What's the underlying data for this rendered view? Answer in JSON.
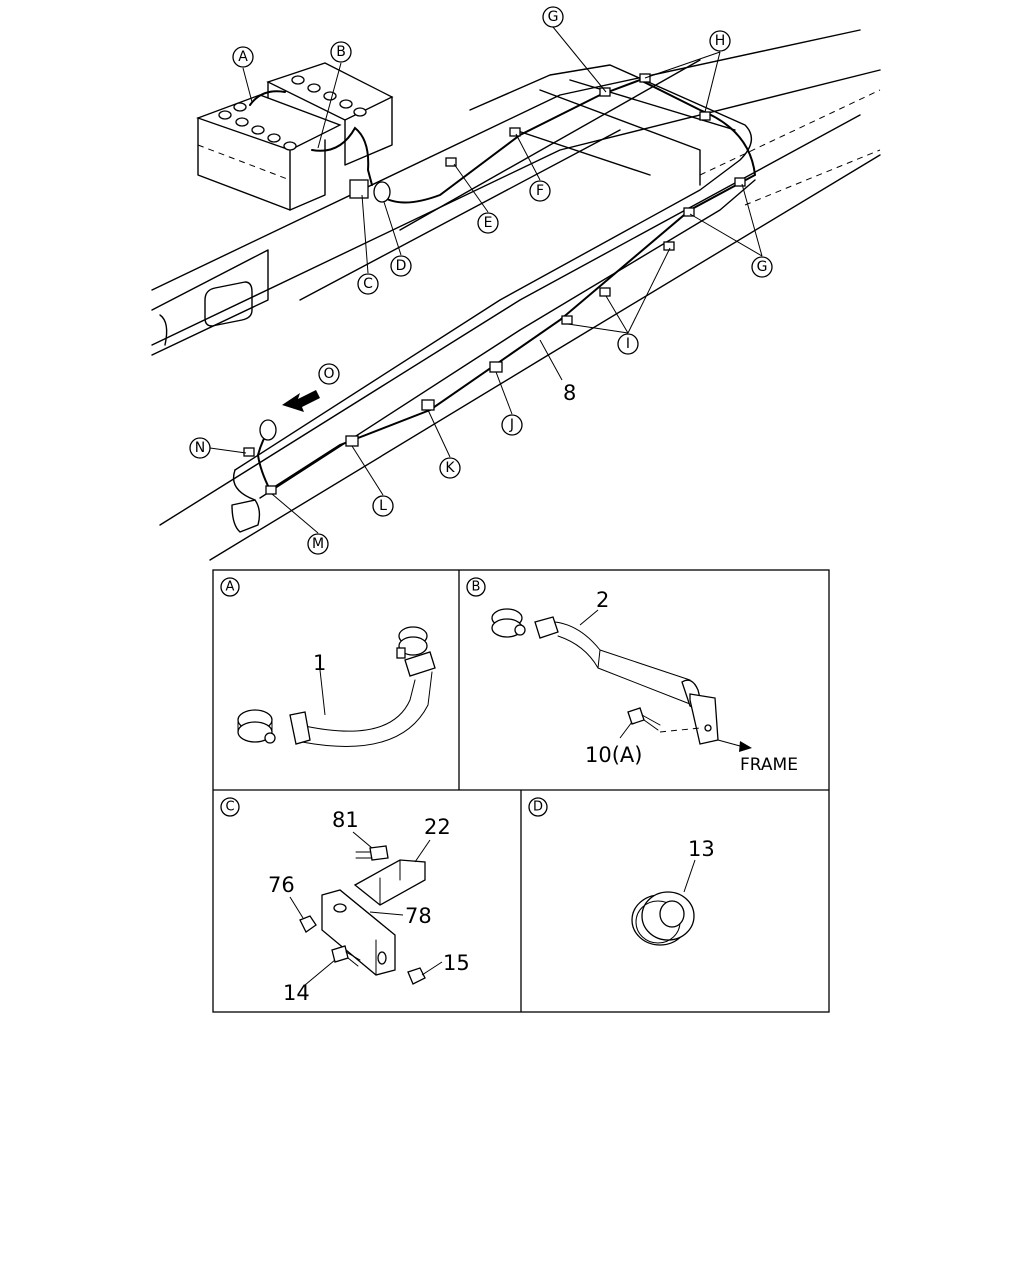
{
  "callouts": {
    "A": "A",
    "B": "B",
    "C": "C",
    "D": "D",
    "E": "E",
    "F": "F",
    "G": "G",
    "H": "H",
    "I": "I",
    "J": "J",
    "K": "K",
    "L": "L",
    "M": "M",
    "N": "N",
    "O": "O"
  },
  "labels": {
    "cable_main": "8"
  },
  "panels": {
    "a": {
      "letter": "A",
      "part_cable": "1"
    },
    "b": {
      "letter": "B",
      "part_cable": "2",
      "part_bolt": "10(A)",
      "frame": "FRAME"
    },
    "c": {
      "letter": "C",
      "p81": "81",
      "p22": "22",
      "p76": "76",
      "p78": "78",
      "p15": "15",
      "p14": "14"
    },
    "d": {
      "letter": "D",
      "p13": "13"
    }
  }
}
